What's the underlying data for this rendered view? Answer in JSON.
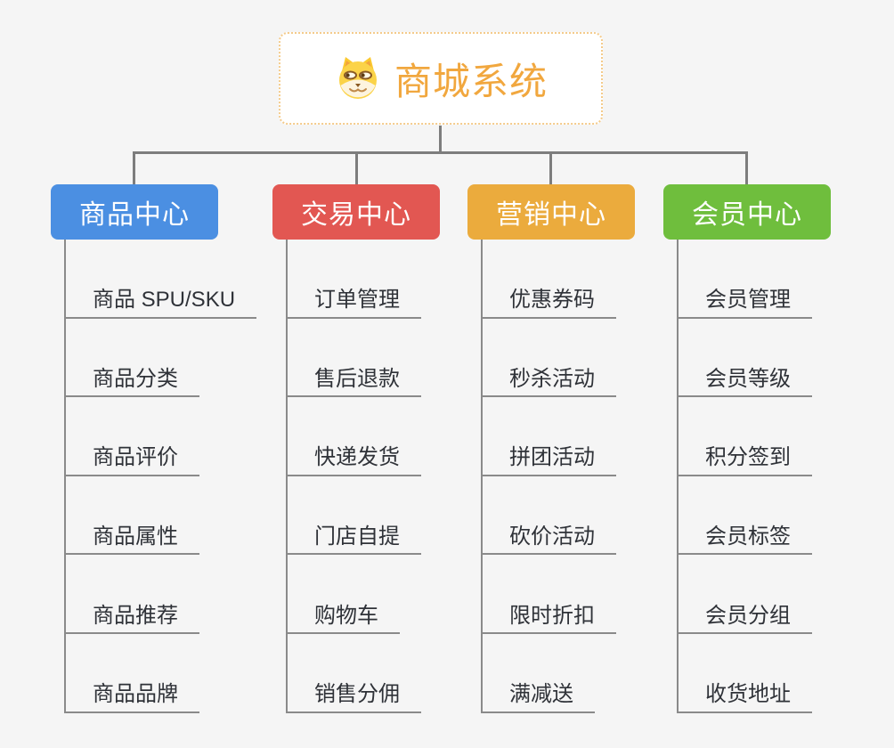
{
  "root": {
    "title": "商城系统",
    "icon": "shiba-dog-icon"
  },
  "branches": [
    {
      "label": "商品中心",
      "color": "#4b8fe2",
      "children": [
        "商品 SPU/SKU",
        "商品分类",
        "商品评价",
        "商品属性",
        "商品推荐",
        "商品品牌"
      ]
    },
    {
      "label": "交易中心",
      "color": "#e25752",
      "children": [
        "订单管理",
        "售后退款",
        "快递发货",
        "门店自提",
        "购物车",
        "销售分佣"
      ]
    },
    {
      "label": "营销中心",
      "color": "#ebab3d",
      "children": [
        "优惠券码",
        "秒杀活动",
        "拼团活动",
        "砍价活动",
        "限时折扣",
        "满减送"
      ]
    },
    {
      "label": "会员中心",
      "color": "#6fbe3d",
      "children": [
        "会员管理",
        "会员等级",
        "积分签到",
        "会员标签",
        "会员分组",
        "收货地址"
      ]
    }
  ],
  "colors": {
    "background": "#f5f5f5",
    "connector": "#7d7d7d",
    "leaf_underline": "#8a8a8a",
    "leaf_text": "#2f3238",
    "root_text": "#f1a73e",
    "root_border": "#f4cb8b"
  }
}
